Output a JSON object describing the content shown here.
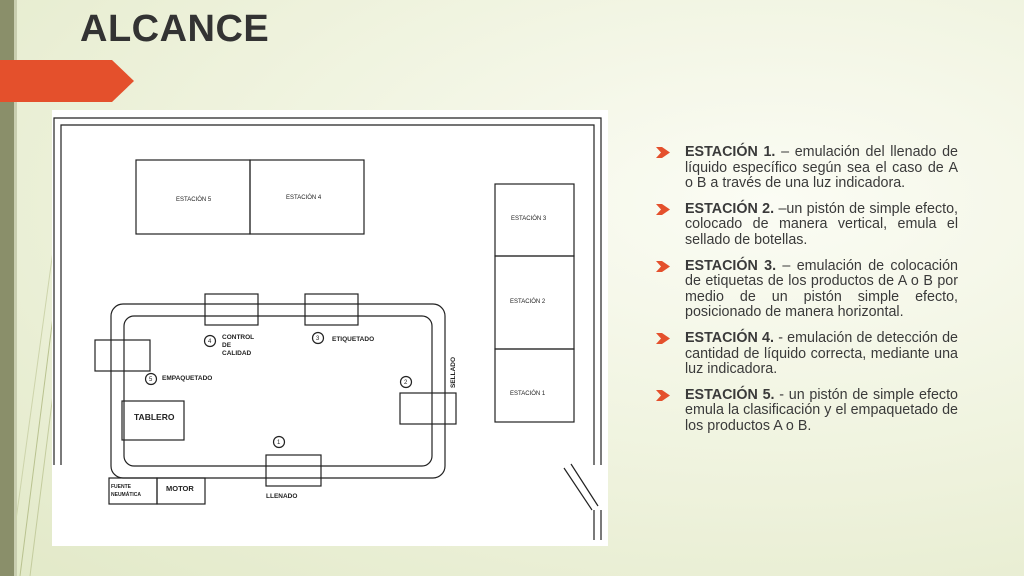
{
  "title": "ALCANCE",
  "diagram": {
    "stations": {
      "s5": "ESTACIÓN 5",
      "s4": "ESTACIÓN 4",
      "s3": "ESTACIÓN 3",
      "s2": "ESTACIÓN 2",
      "s1": "ESTACIÓN 1"
    },
    "conveyor_points": [
      {
        "num": "1",
        "label": "LLENADO"
      },
      {
        "num": "2",
        "label": "SELLADO"
      },
      {
        "num": "3",
        "label": "ETIQUETADO"
      },
      {
        "num": "4",
        "label_lines": [
          "CONTROL",
          "DE",
          "CALIDAD"
        ]
      },
      {
        "num": "5",
        "label": "EMPAQUETADO"
      }
    ],
    "tablero": "TABLERO",
    "fuente_lines": [
      "FUENTE",
      "NEUMÁTICA"
    ],
    "motor": "MOTOR"
  },
  "bullets": [
    {
      "head": "ESTACIÓN 1.",
      "text": " – emulación del llenado de líquido específico según sea el caso de A o B a través de una luz indicadora."
    },
    {
      "head": "ESTACIÓN 2.",
      "text": " –un pistón de simple efecto, colocado de manera vertical, emula el sellado de botellas."
    },
    {
      "head": "ESTACIÓN 3.",
      "text": " – emulación de colocación de etiquetas de los productos de A o B por medio de un pistón simple efecto, posicionado de manera horizontal."
    },
    {
      "head": "ESTACIÓN 4.",
      "text": " - emulación de detección de cantidad de líquido correcta, mediante una luz indicadora."
    },
    {
      "head": "ESTACIÓN 5.",
      "text": " - un pistón de simple efecto emula la clasificación y el empaquetado de los productos A o B."
    }
  ],
  "colors": {
    "accent": "#e4502c",
    "bar": "#8a8f6a",
    "bullet_arrow": "#e4502c"
  }
}
